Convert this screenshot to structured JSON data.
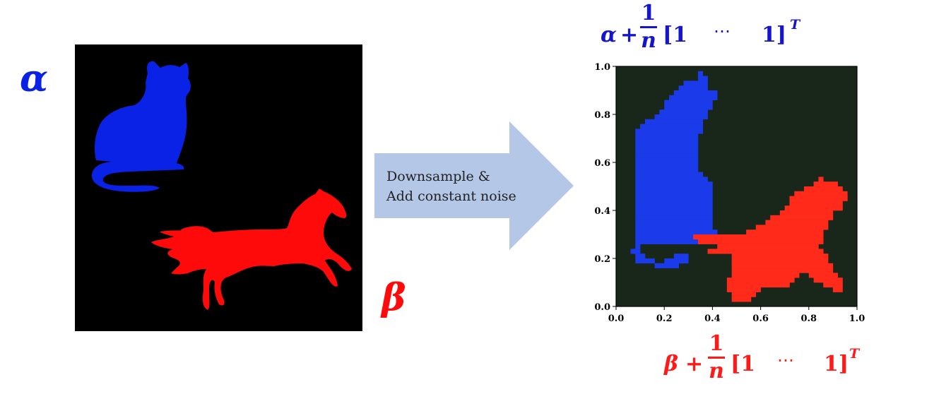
{
  "left_panel": {
    "alpha_symbol": "α",
    "beta_symbol": "β",
    "alpha_color": "#0a22e6",
    "beta_color": "#ff0a0a",
    "background": "#000000"
  },
  "arrow": {
    "line1": "Downsample &",
    "line2": "Add constant noise",
    "fill": "#b4c7e7"
  },
  "formula_alpha": {
    "head": "α",
    "plus": "+",
    "num": "1",
    "den": "n",
    "open": "[1",
    "dots": "⋯",
    "close": "1]",
    "sup": "T",
    "color": "#1515cc"
  },
  "formula_beta": {
    "head": "β",
    "plus": "+",
    "num": "1",
    "den": "n",
    "open": "[1",
    "dots": "⋯",
    "close": "1]",
    "sup": "T",
    "color": "#ff1a1a"
  },
  "chart_data": {
    "type": "heatmap",
    "xlim": [
      0.0,
      1.0
    ],
    "ylim": [
      0.0,
      1.0
    ],
    "xticks": [
      "0.0",
      "0.2",
      "0.4",
      "0.6",
      "0.8",
      "1.0"
    ],
    "yticks": [
      "0.0",
      "0.2",
      "0.4",
      "0.6",
      "0.8",
      "1.0"
    ],
    "grid": false,
    "background_color": "#19271a",
    "series": [
      {
        "color": "#1b3bea"
      },
      {
        "color": "#ff2a1a"
      }
    ]
  }
}
